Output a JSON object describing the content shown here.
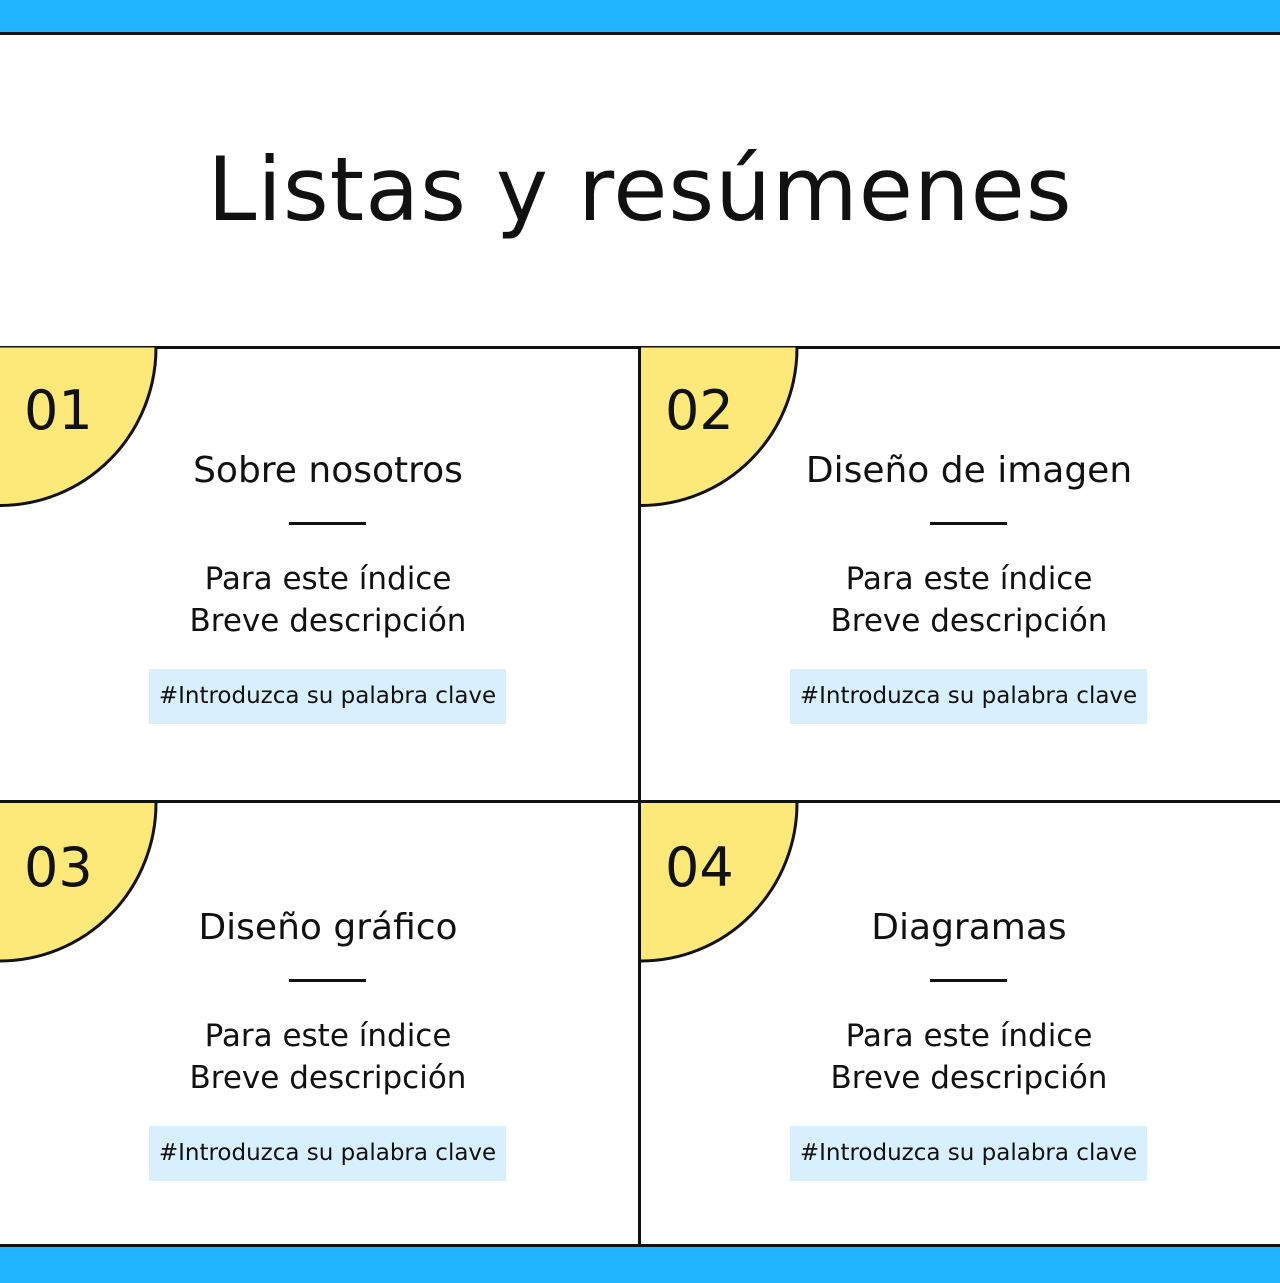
{
  "page": {
    "title": "Listas y resúmenes"
  },
  "colors": {
    "accent_bar": "#22b5ff",
    "quarter_circle": "#fde87a",
    "keyword_bg": "#d8f0fd",
    "line": "#111111"
  },
  "cards": [
    {
      "number": "01",
      "title": "Sobre nosotros",
      "line1": "Para este índice",
      "line2": "Breve descripción",
      "keyword": "#Introduzca su palabra clave"
    },
    {
      "number": "02",
      "title": "Diseño de imagen",
      "line1": "Para este índice",
      "line2": "Breve descripción",
      "keyword": "#Introduzca su palabra clave"
    },
    {
      "number": "03",
      "title": "Diseño gráfico",
      "line1": "Para este índice",
      "line2": "Breve descripción",
      "keyword": "#Introduzca su palabra clave"
    },
    {
      "number": "04",
      "title": "Diagramas",
      "line1": "Para este índice",
      "line2": "Breve descripción",
      "keyword": "#Introduzca su palabra clave"
    }
  ]
}
